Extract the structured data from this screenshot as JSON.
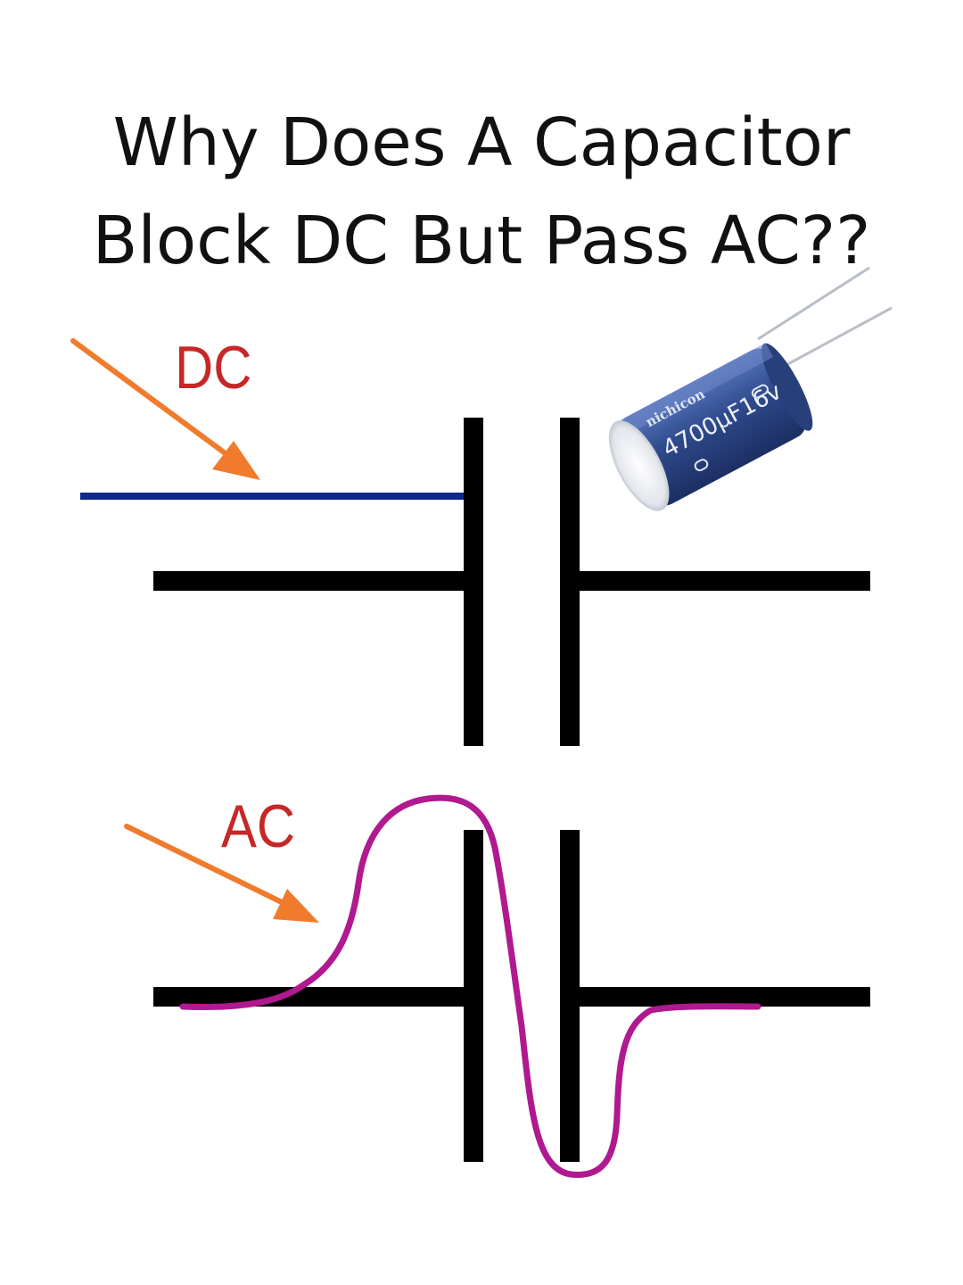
{
  "title": {
    "line1": "Why Does A Capacitor",
    "line2": "Block DC But Pass AC??"
  },
  "labels": {
    "dc": "DC",
    "ac": "AC"
  },
  "capacitor_photo": {
    "brand": "nichicon",
    "marking": "4700μF16v"
  },
  "colors": {
    "label_red": "#c62828",
    "arrow_orange": "#f07b2d",
    "dc_line_blue": "#0b2a8c",
    "ac_wave_magenta": "#b0198f",
    "wire_black": "#000000",
    "capacitor_body": "#2f4a8c"
  }
}
